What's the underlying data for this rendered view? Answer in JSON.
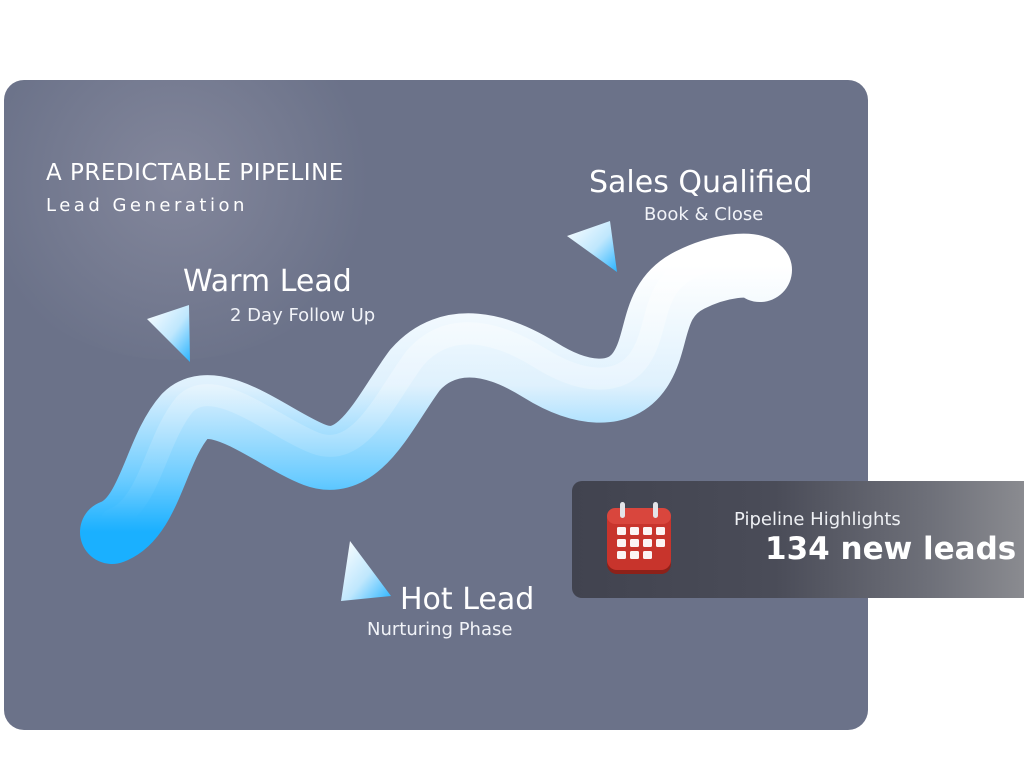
{
  "header": {
    "eyebrow": "A PREDICTABLE PIPELINE",
    "subtitle": "Lead Generation"
  },
  "stages": [
    {
      "title": "Warm Lead",
      "subtitle": "2 Day Follow Up"
    },
    {
      "title": "Hot Lead",
      "subtitle": "Nurturing Phase"
    },
    {
      "title": "Sales Qualified",
      "subtitle": "Book & Close"
    }
  ],
  "highlights": {
    "label": "Pipeline Highlights",
    "value": "134 new leads",
    "icon": "calendar-icon"
  },
  "colors": {
    "card_bg": "#6b7289",
    "path_light": "#ffffff",
    "path_blue": "#1ab0ff",
    "calendar_red": "#c8342c"
  }
}
